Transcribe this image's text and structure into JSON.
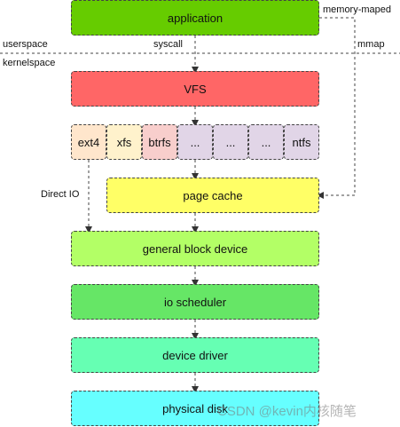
{
  "labels": {
    "memory_maped": "memory-maped",
    "mmap": "mmap",
    "userspace": "userspace",
    "kernelspace": "kernelspace",
    "syscall": "syscall",
    "direct_io": "Direct IO"
  },
  "layers": {
    "application": "application",
    "vfs": "VFS",
    "page_cache": "page cache",
    "general_block_device": "general block device",
    "io_scheduler": "io scheduler",
    "device_driver": "device driver",
    "physical_disk": "physical disk"
  },
  "filesystems": [
    "ext4",
    "xfs",
    "btrfs",
    "...",
    "...",
    "...",
    "ntfs"
  ],
  "watermark": "CSDN @kevin内核随笔",
  "colors": {
    "application": "#66cc00",
    "vfs": "#ff6666",
    "ext4": "#ffe6cc",
    "xfs": "#fff2cc",
    "btrfs": "#f8cecc",
    "ellipsis": "#e1d5e7",
    "page_cache": "#ffff66",
    "general_block_device": "#b3ff66",
    "io_scheduler": "#66e666",
    "device_driver": "#66ffb3",
    "physical_disk": "#66ffff"
  }
}
